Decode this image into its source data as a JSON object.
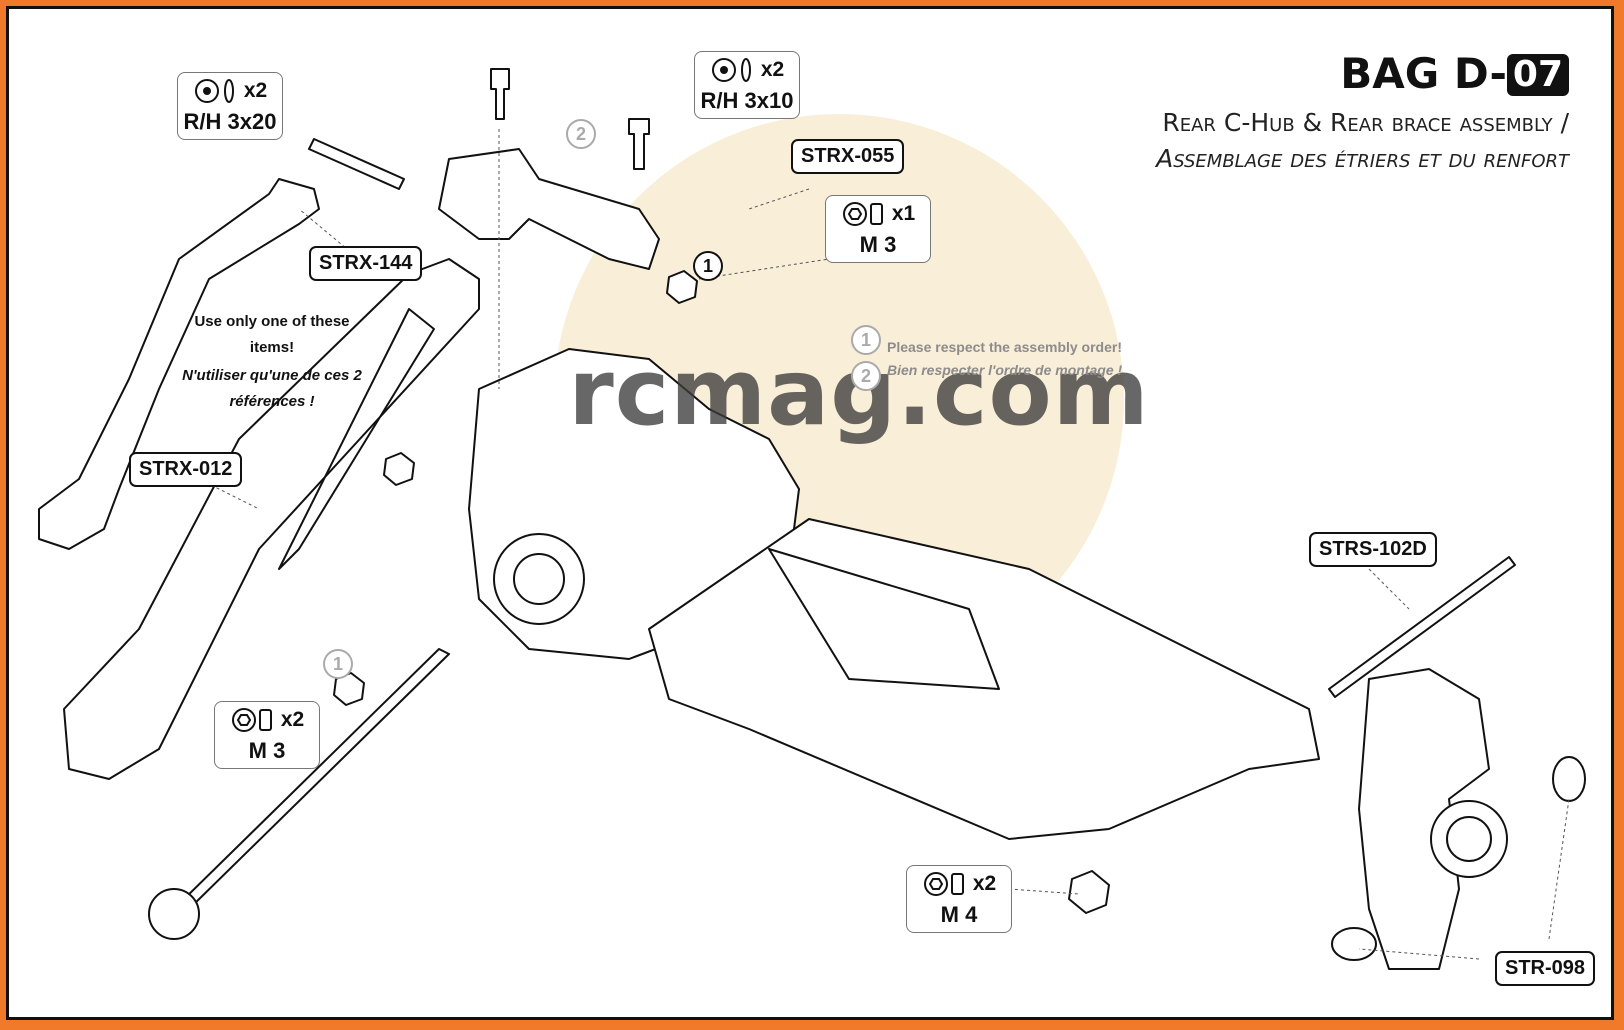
{
  "header": {
    "title_prefix": "BAG D-",
    "title_number": "07",
    "subtitle_en": "Rear C-Hub & Rear brace assembly /",
    "subtitle_fr": "Assemblage des étriers et du renfort"
  },
  "watermark": {
    "text": "rcmag.com"
  },
  "part_labels": [
    "STRX-055",
    "STRX-144",
    "STRX-012",
    "STRS-102D",
    "STR-098"
  ],
  "hardware": [
    {
      "qty": "x2",
      "spec": "R/H 3x20"
    },
    {
      "qty": "x2",
      "spec": "R/H 3x10"
    },
    {
      "qty": "x1",
      "spec": "M 3"
    },
    {
      "qty": "x2",
      "spec": "M 3"
    },
    {
      "qty": "x2",
      "spec": "M 4"
    }
  ],
  "choice_note": {
    "en": "Use only one of these items!",
    "fr": "N'utiliser qu'une de ces 2 références !"
  },
  "order_note": {
    "en": "Please respect the assembly order!",
    "fr": "Bien respecter l'ordre de montage !"
  },
  "step_markers": [
    "1",
    "2"
  ],
  "colors": {
    "frame": "#f0792a",
    "ink": "#111111",
    "watermark": "#e9c98a"
  }
}
